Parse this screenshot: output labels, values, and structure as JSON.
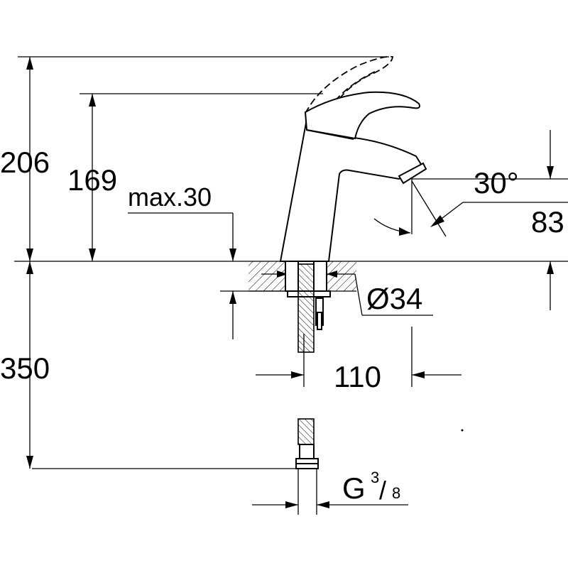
{
  "dimensions": {
    "total_height": "206",
    "spout_height": "169",
    "deck_thickness": "max.30",
    "spout_angle": "30°",
    "spout_outlet_height": "83",
    "hole_diameter": "Ø34",
    "spout_reach": "110",
    "hose_length": "350",
    "thread_prefix": "G",
    "thread_num": "3",
    "thread_den": "8"
  },
  "colors": {
    "line": "#000000",
    "background": "#ffffff"
  }
}
